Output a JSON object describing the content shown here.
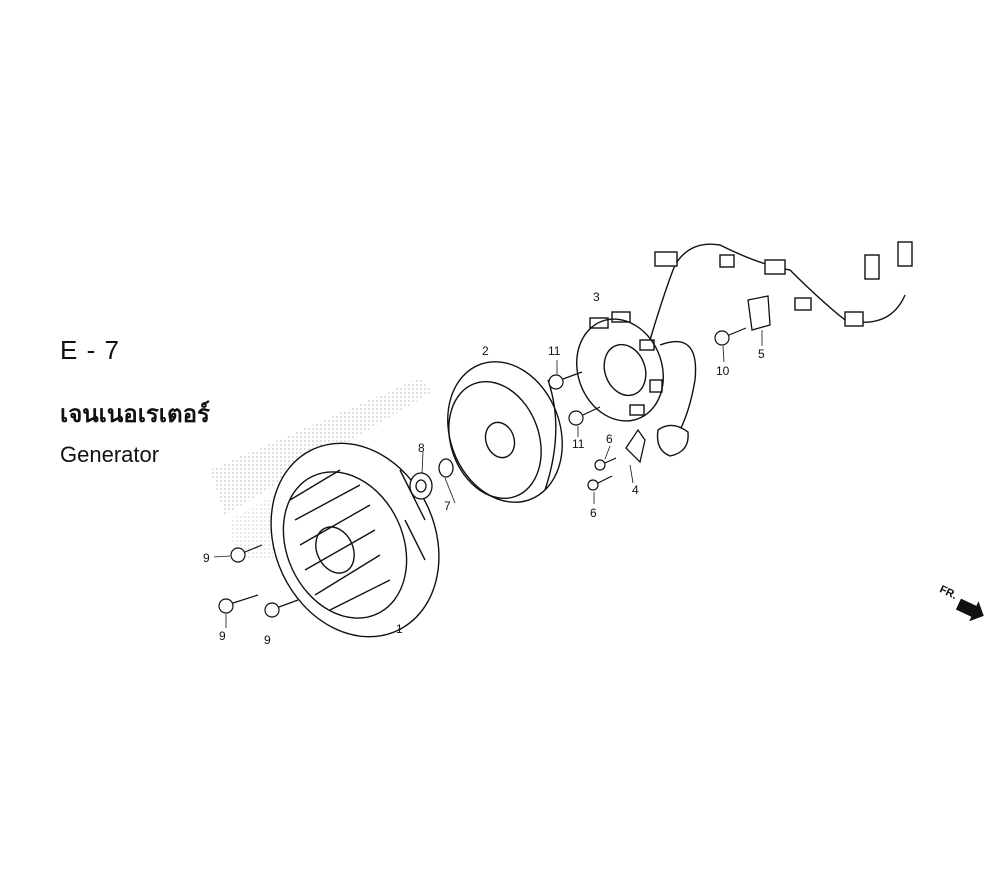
{
  "header": {
    "section_code": "E - 7",
    "title_thai": "เจนเนอเรเตอร์",
    "title_english": "Generator"
  },
  "direction_indicator": {
    "label": "FR.",
    "icon": "arrow-right-icon"
  },
  "parts": [
    {
      "ref": "1",
      "component": "fan"
    },
    {
      "ref": "2",
      "component": "flywheel"
    },
    {
      "ref": "3",
      "component": "stator"
    },
    {
      "ref": "4",
      "component": "pulser-bracket"
    },
    {
      "ref": "5",
      "component": "wire-clamp"
    },
    {
      "ref": "6",
      "component": "screw"
    },
    {
      "ref": "7",
      "component": "washer"
    },
    {
      "ref": "8",
      "component": "nut"
    },
    {
      "ref": "9",
      "component": "bolt"
    },
    {
      "ref": "10",
      "component": "bolt"
    },
    {
      "ref": "11",
      "component": "bolt"
    }
  ],
  "labels": {
    "l1": "1",
    "l2": "2",
    "l3": "3",
    "l4": "4",
    "l5": "5",
    "l6a": "6",
    "l6b": "6",
    "l7": "7",
    "l8": "8",
    "l9a": "9",
    "l9b": "9",
    "l9c": "9",
    "l10": "10",
    "l11a": "11",
    "l11b": "11"
  }
}
